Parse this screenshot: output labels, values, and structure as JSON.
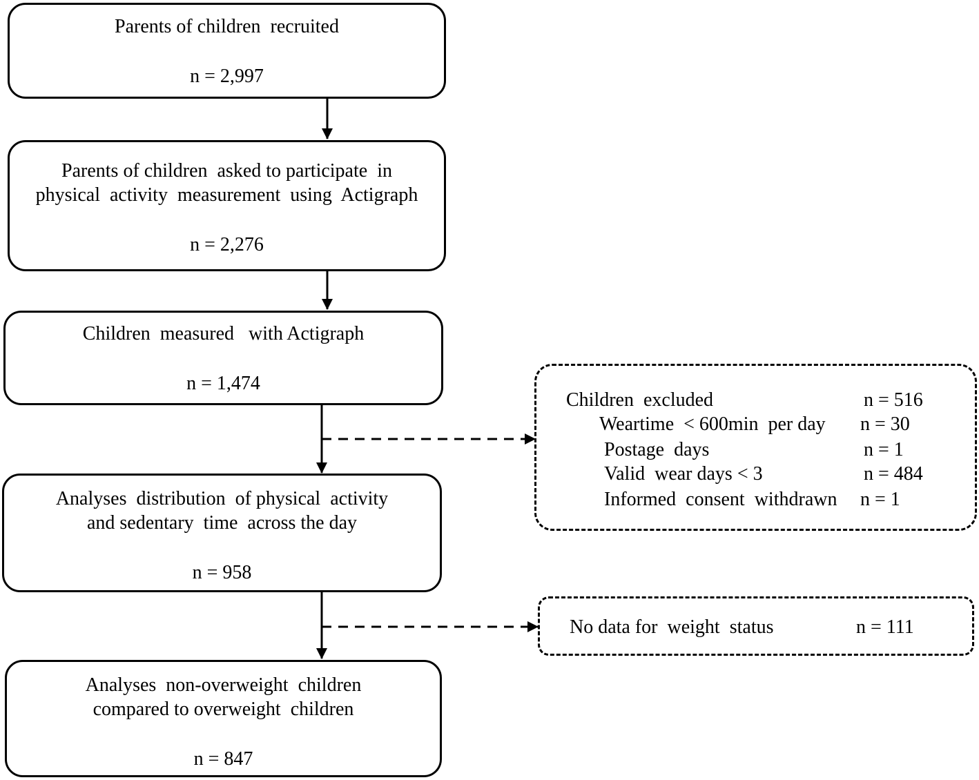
{
  "boxes": {
    "recruited": {
      "title": "Parents of children  recruited",
      "count": "n = 2,997"
    },
    "asked": {
      "title_line1": "Parents of children  asked to participate  in",
      "title_line2": "physical  activity  measurement  using  Actigraph",
      "count": "n = 2,276"
    },
    "measured": {
      "title": "Children  measured   with Actigraph",
      "count": "n = 1,474"
    },
    "distribution": {
      "title_line1": "Analyses  distribution  of physical  activity",
      "title_line2": "and sedentary  time  across the day",
      "count": "n = 958"
    },
    "weight": {
      "title_line1": "Analyses  non-overweight  children",
      "title_line2": "compared to overweight  children",
      "count": "n = 847"
    }
  },
  "exclusions": {
    "first": {
      "rows": [
        {
          "label": "Children  excluded",
          "value": "n = 516"
        },
        {
          "label": "Weartime  < 600min  per day",
          "value": "n = 30"
        },
        {
          "label": "Postage  days",
          "value": "n = 1"
        },
        {
          "label": "Valid  wear days < 3",
          "value": "n = 484"
        },
        {
          "label": "Informed  consent  withdrawn",
          "value": "n = 1"
        }
      ]
    },
    "second": {
      "label": "No data for  weight  status",
      "value": "n = 111"
    }
  }
}
